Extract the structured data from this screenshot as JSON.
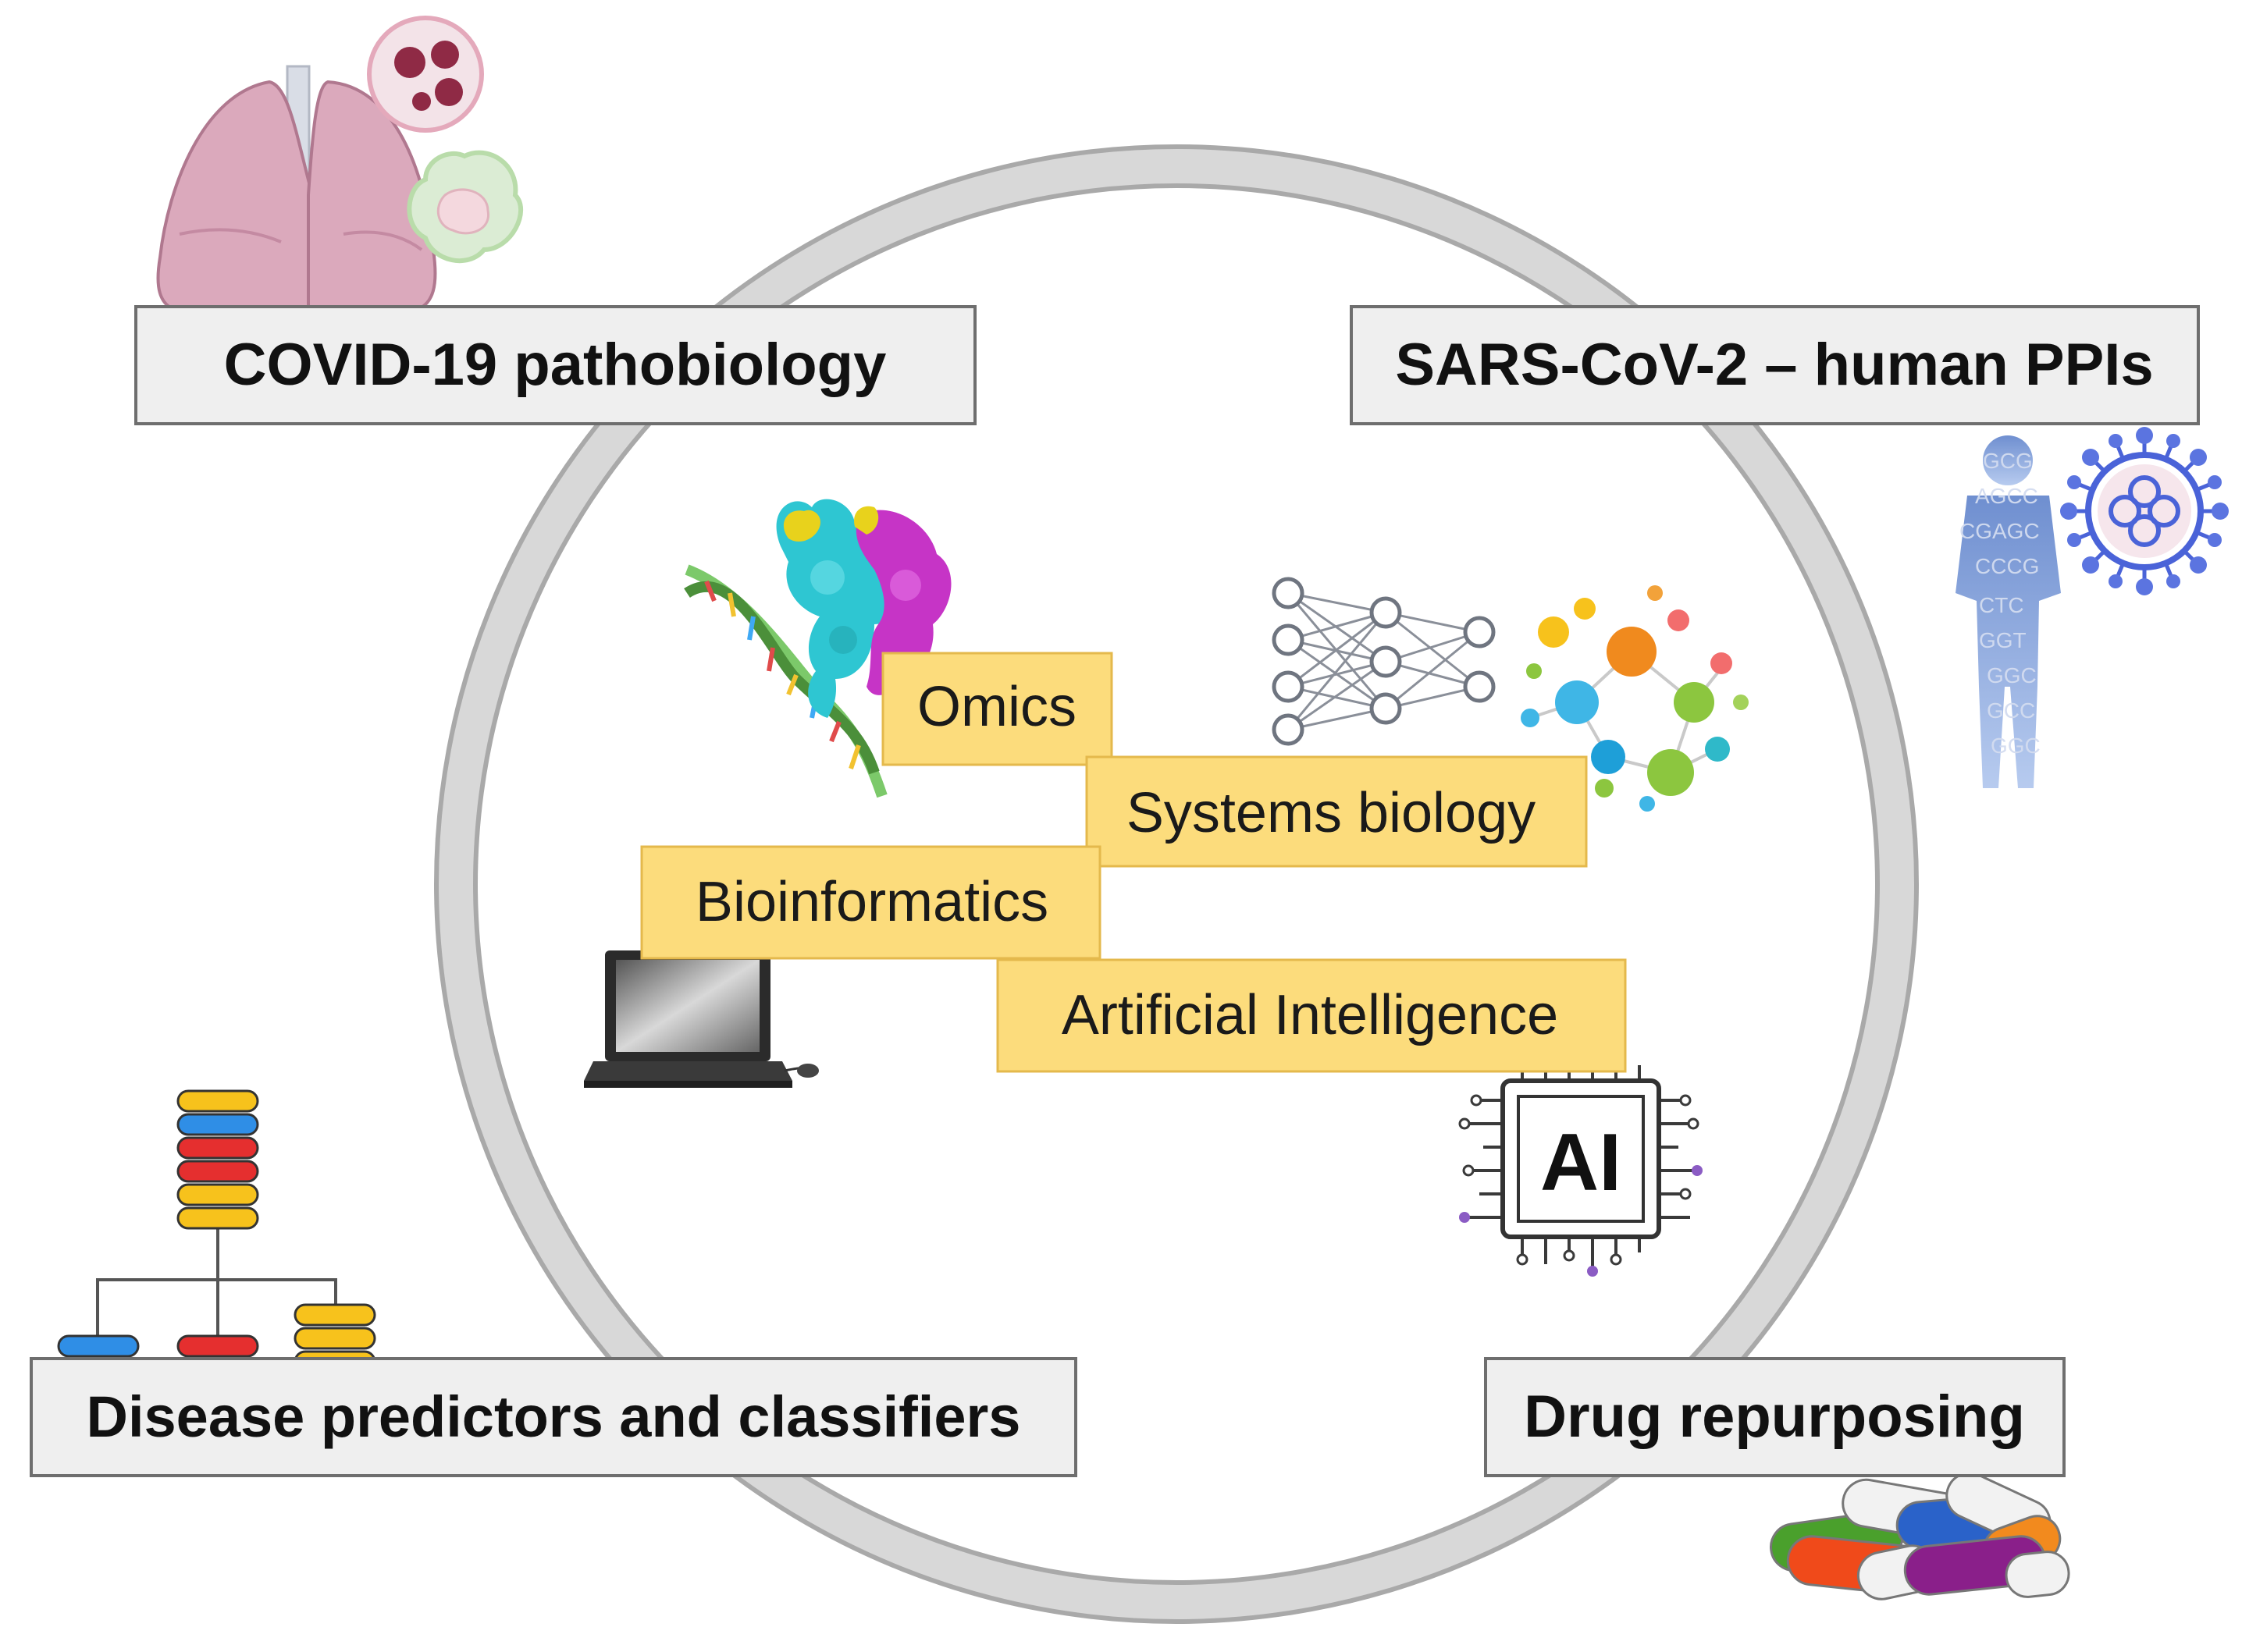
{
  "corners": {
    "pathobiology": "COVID-19 pathobiology",
    "ppis": "SARS-CoV-2 – human PPIs",
    "predictors": "Disease predictors and classifiers",
    "repurposing": "Drug repurposing"
  },
  "methods": {
    "omics": "Omics",
    "systems_biology": "Systems biology",
    "bioinformatics": "Bioinformatics",
    "ai": "Artificial Intelligence"
  },
  "icons": {
    "ai_chip_text": "AI",
    "dna_letters": [
      "GCG",
      "AGCC",
      "CGAGC",
      "CCCG",
      "CTC",
      "GGT",
      "GGC",
      "GCC",
      "GGC"
    ]
  },
  "colors": {
    "ring": "#cfcfcf",
    "corner_box": "#efefef",
    "method_box": "#fcdc7c",
    "method_border": "#e4b94c",
    "virus": "#4a63d8",
    "human": "#8aa9de"
  }
}
